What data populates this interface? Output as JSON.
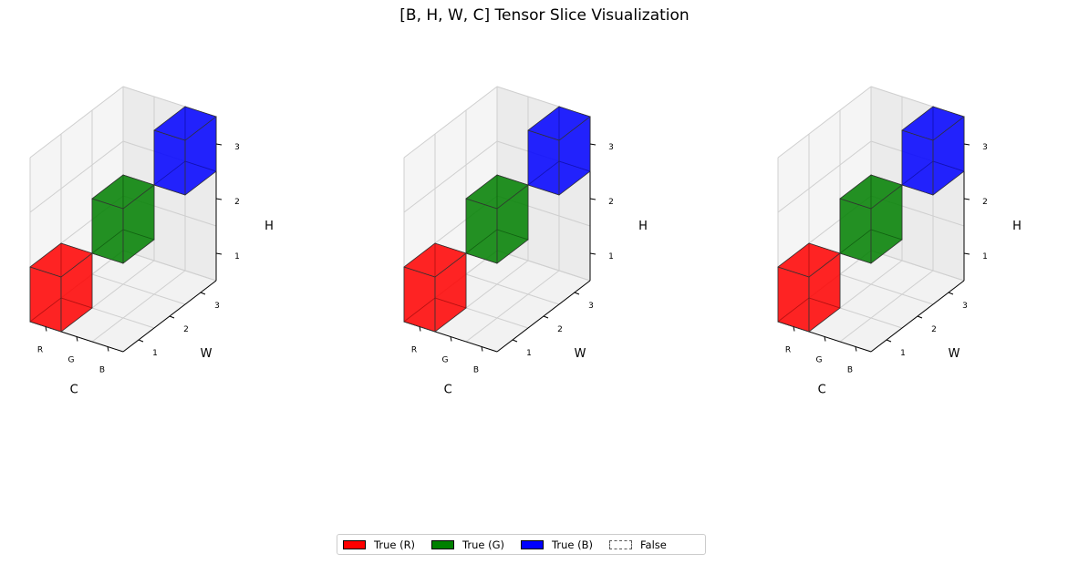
{
  "title": "[B, H, W, C] Tensor Slice Visualization",
  "chart_data": {
    "type": "3d-voxel",
    "panels": [
      {
        "title": "B=1",
        "true_cells": [
          {
            "C": "R",
            "W": 1,
            "H": 1,
            "label": "True (R)"
          },
          {
            "C": "G",
            "W": 2,
            "H": 2,
            "label": "True (G)"
          },
          {
            "C": "B",
            "W": 3,
            "H": 3,
            "label": "True (B)"
          }
        ]
      },
      {
        "title": "B=2",
        "true_cells": [
          {
            "C": "R",
            "W": 1,
            "H": 1,
            "label": "True (R)"
          },
          {
            "C": "G",
            "W": 2,
            "H": 2,
            "label": "True (G)"
          },
          {
            "C": "B",
            "W": 3,
            "H": 3,
            "label": "True (B)"
          }
        ]
      },
      {
        "title": "B=3",
        "true_cells": [
          {
            "C": "R",
            "W": 1,
            "H": 1,
            "label": "True (R)"
          },
          {
            "C": "G",
            "W": 2,
            "H": 2,
            "label": "True (G)"
          },
          {
            "C": "B",
            "W": 3,
            "H": 3,
            "label": "True (B)"
          }
        ]
      }
    ],
    "axes": {
      "x": {
        "label": "C",
        "ticks": [
          "R",
          "G",
          "B"
        ]
      },
      "y": {
        "label": "W",
        "ticks": [
          "1",
          "2",
          "3"
        ]
      },
      "z": {
        "label": "H",
        "ticks": [
          "1",
          "2",
          "3"
        ]
      }
    },
    "grid": true,
    "legend": {
      "placement": "bottom-center",
      "entries": [
        {
          "label": "True (R)",
          "color": "#ff0000"
        },
        {
          "label": "True (G)",
          "color": "#008000"
        },
        {
          "label": "True (B)",
          "color": "#0000ff"
        },
        {
          "label": "False",
          "color": "#ffffff",
          "style": "dashed"
        }
      ]
    }
  },
  "colors": {
    "R": "#ff0000",
    "G": "#008000",
    "B": "#0000ff"
  }
}
